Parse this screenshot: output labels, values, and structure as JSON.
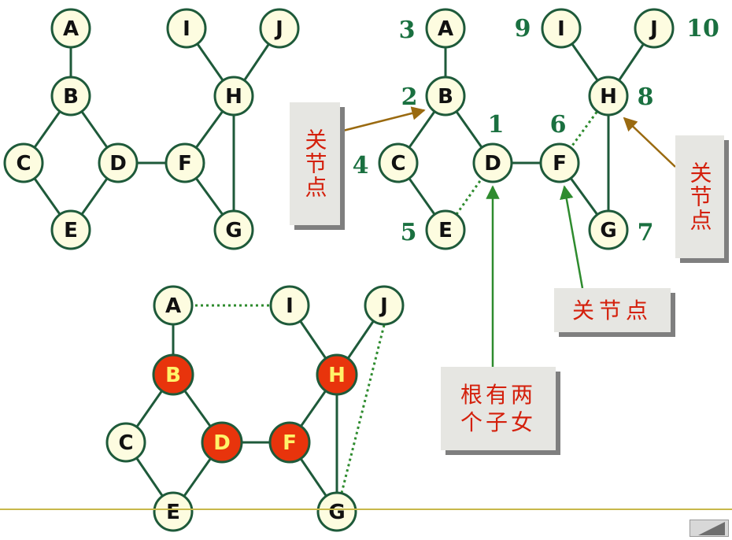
{
  "graph1": {
    "nodes": [
      "A",
      "B",
      "C",
      "D",
      "E",
      "F",
      "G",
      "H",
      "I",
      "J"
    ]
  },
  "graph2": {
    "nodes": [
      "A",
      "B",
      "C",
      "D",
      "E",
      "F",
      "G",
      "H",
      "I",
      "J"
    ],
    "dfs_numbers": {
      "A": "3",
      "B": "2",
      "C": "4",
      "D": "1",
      "E": "5",
      "F": "6",
      "G": "7",
      "H": "8",
      "I": "9",
      "J": "10"
    }
  },
  "graph3": {
    "nodes": [
      "A",
      "B",
      "C",
      "D",
      "E",
      "F",
      "G",
      "H",
      "I",
      "J"
    ],
    "articulation_nodes": [
      "B",
      "D",
      "F",
      "H"
    ]
  },
  "notes": {
    "articulation_left": "关节点",
    "articulation_right": "关节点",
    "articulation_bottom": "关节点",
    "root_two_children_line1": "根有两",
    "root_two_children_line2": "个子女"
  },
  "colors": {
    "edge": "#1e5a3a",
    "node_fill": "#fdfce0",
    "highlight_fill": "#e8340c",
    "number_green": "#1a7040",
    "note_text_red": "#d4200c",
    "arrow_brown": "#9a6a10",
    "arrow_green": "#2e8b2e"
  }
}
